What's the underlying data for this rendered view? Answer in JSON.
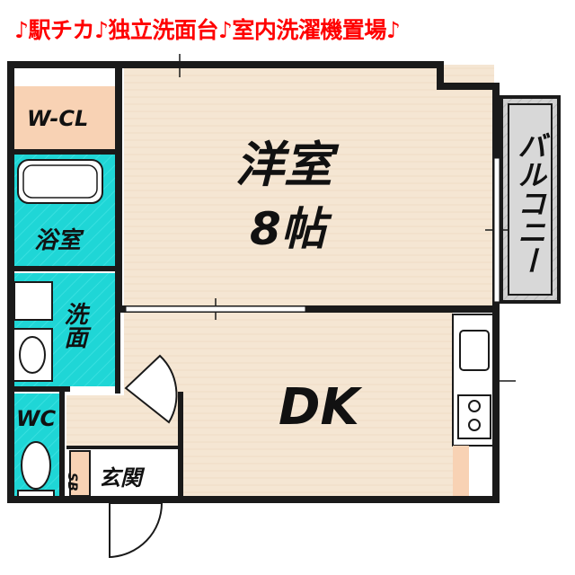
{
  "banner": {
    "text": "♪駅チカ♪独立洗面台♪室内洗濯機置場♪"
  },
  "rooms": {
    "walk_in_closet": "W-CL",
    "western_room_name": "洋室",
    "western_room_size": "8帖",
    "balcony": "バルコニー",
    "bathroom": "浴室",
    "washroom": "洗面",
    "toilet": "WC",
    "dining_kitchen": "DK",
    "shoe_box": "SB",
    "entrance": "玄関"
  },
  "colors": {
    "banner_text": "#ff0000",
    "wall": "#1a1a1a",
    "room_floor": "#f5e6d3",
    "wet_area": "#1fd6d6",
    "closet": "#f8d2b4",
    "balcony": "#c8c8c8"
  }
}
